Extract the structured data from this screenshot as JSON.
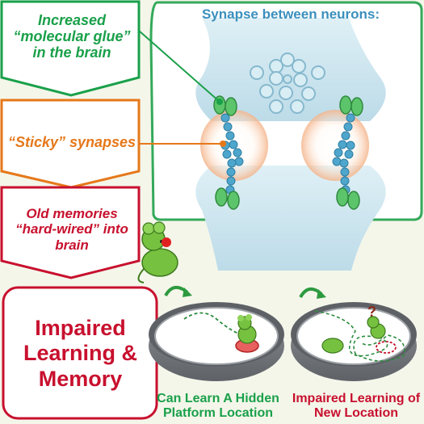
{
  "callouts": {
    "glue": "Increased “molecular glue” in the brain",
    "sticky": "“Sticky” synapses",
    "hardwired": "Old memories “hard-wired” into brain"
  },
  "synapse_title": "Synapse between neurons:",
  "outcome": "Impaired Learning & Memory",
  "captions": {
    "left": "Can Learn A Hidden Platform Location",
    "right": "Impaired Learning of New Location"
  },
  "question_mark": "?",
  "colors": {
    "green": "#1aa04a",
    "orange": "#e6781a",
    "red": "#c8102e",
    "synapse_blue": "#3a8fbd",
    "neuron_fill": "#cfe6f0"
  }
}
